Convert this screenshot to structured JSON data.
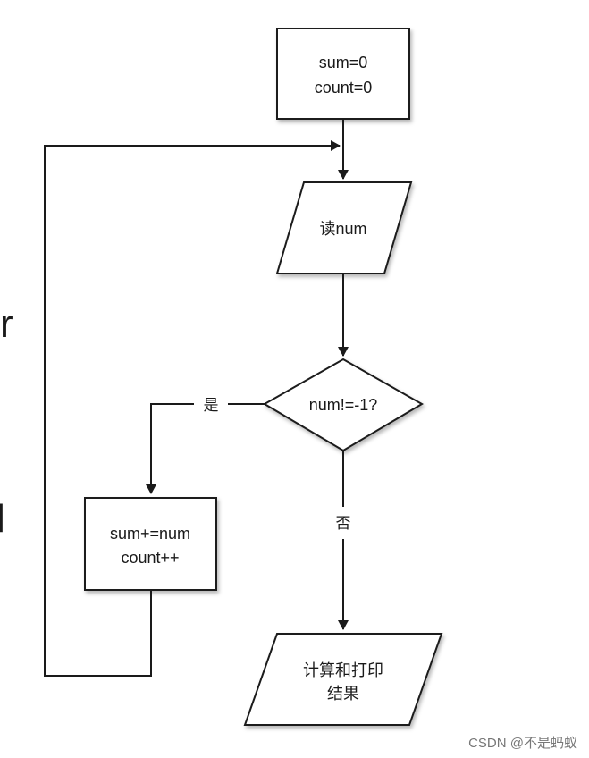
{
  "nodes": {
    "init": {
      "line1": "sum=0",
      "line2": "count=0"
    },
    "read": {
      "label": "读num"
    },
    "decision": {
      "label": "num!=-1?"
    },
    "accumulate": {
      "line1": "sum+=num",
      "line2": "count++"
    },
    "output": {
      "line1": "计算和打印",
      "line2": "结果"
    }
  },
  "edges": {
    "yes_label": "是",
    "no_label": "否"
  },
  "side_fragments": {
    "upper": "r",
    "lower": "l"
  },
  "watermark": "CSDN @不是蚂蚁",
  "colors": {
    "stroke": "#1a1a1a",
    "fill": "#ffffff",
    "shadow": "#c8c8c8",
    "watermark": "#777777"
  }
}
